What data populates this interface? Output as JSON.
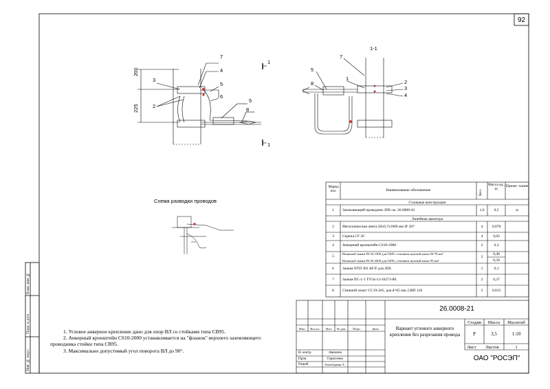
{
  "sheet": {
    "page_number": "92",
    "section_label": "1-1",
    "marker": "1"
  },
  "drawing_labels": {
    "dim_200": "200",
    "dim_225": "225"
  },
  "callouts": {
    "left": [
      "7",
      "4",
      "3",
      "5",
      "6",
      "2",
      "5",
      "8"
    ],
    "right": [
      "7",
      "5",
      "1",
      "8",
      "2",
      "3",
      "4"
    ]
  },
  "schema": {
    "title": "Схема разводки проводов"
  },
  "spec": {
    "headers": {
      "pos": "Марка поз.",
      "name": "Наименование обозначение",
      "qty": "Кол.",
      "mass": "Масса ед., кг",
      "note": "Приме- чание"
    },
    "section_steel": "Стальные конструкции",
    "section_linear": "Линейная арматура",
    "rows": [
      {
        "pos": "1",
        "name": "Заземляющий проводник ЗП6 см. 26.0008-43",
        "qty": "1,0",
        "mass": "0,5",
        "note": "м"
      },
      {
        "pos": "2",
        "name": "Металлическая лента 20х0,7х1000 мм IF 207",
        "qty": "4",
        "mass": "0,078",
        "note": ""
      },
      {
        "pos": "3",
        "name": "Скрепа CF 20",
        "qty": "4",
        "mass": "0,02",
        "note": ""
      },
      {
        "pos": "4",
        "name": "Анкерный кронштейн CS10-2000",
        "qty": "2",
        "mass": "0,3",
        "note": ""
      },
      {
        "pos": "5",
        "name": "Натяжной зажим PA 54-1500 для СИП с сечением нулевой жилы 50-70 мм²",
        "name2": "Натяжной зажим PA 95-2000 для СИП с сечением нулевой жилы 95 мм²",
        "qty": "2",
        "mass": "0,46",
        "mass2": "0,58",
        "note": ""
      },
      {
        "pos": "6",
        "name": "Зажим NTD 301 AF/F для ЗП6",
        "qty": "1",
        "mass": "0,1",
        "note": ""
      },
      {
        "pos": "7",
        "name": "Зажим ПС-1-1 ТУ34-13-10273-88.",
        "qty": "2",
        "mass": "0,37",
        "note": ""
      },
      {
        "pos": "8",
        "name": "Стяжной хомут CC19-265, для d=65 мм, СИП 120",
        "qty": "2",
        "mass": "0,015",
        "note": ""
      }
    ]
  },
  "notes": [
    "1. Угловое анкерное крепление дано для опор ВЛ со стойками типа СВ95.",
    "2. Анкерный кронштейн CS10-2000 устанавливается на \"флажок\" верхнего заземляющего",
    "проводника стойки типа СВ95.",
    "3. Максимально допустимый угол поворота ВЛ до 90°."
  ],
  "title_block": {
    "code": "26.0008-21",
    "cols": [
      "Изм.",
      "Кол.уч.",
      "Лист",
      "№ док.",
      "Подп.",
      "Дата"
    ],
    "roles": [
      "Н. контр.",
      "Пров.",
      "Разраб."
    ],
    "names": [
      "Авилина",
      "Горюсенко",
      "Калабадиин А."
    ],
    "title": "Вариант углового анкерного крепления без разрезания провода",
    "stage_label": "Стадия",
    "mass_label": "Масса",
    "scale_label": "Масштаб",
    "stage": "Р",
    "mass": "3,5",
    "scale": "1:10",
    "sheet_label": "Лист",
    "sheets_label": "Листов",
    "sheets": "1",
    "org": "ОАО \"РОСЭП\""
  },
  "side_stamp": [
    "Инв. № подл.",
    "Подп. и дата",
    "Взам. инв. №"
  ]
}
